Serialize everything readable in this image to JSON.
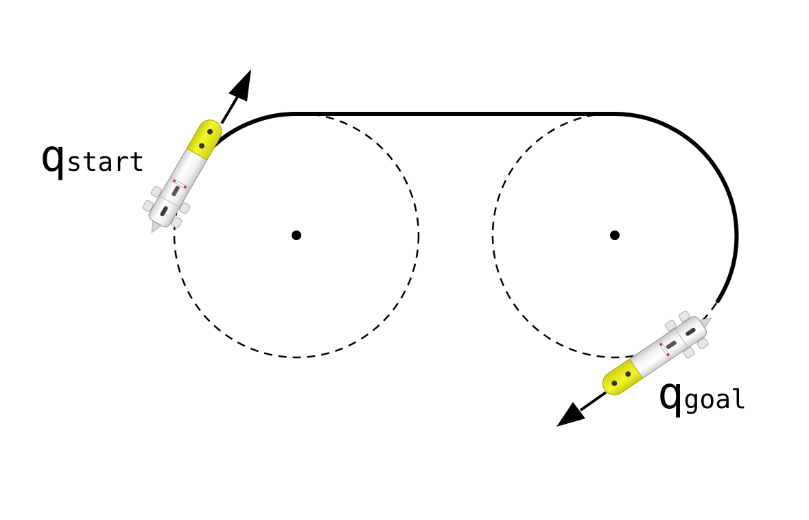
{
  "labels": {
    "start_main": "q",
    "start_sub": "start",
    "goal_main": "q",
    "goal_sub": "goal"
  },
  "colors": {
    "path": "#000000",
    "robot_body": "#f2f2f2",
    "robot_nose": "#e8ec1c",
    "background": "#ffffff"
  },
  "icons": {
    "robot": "auv-robot-icon",
    "heading": "heading-arrow-icon"
  }
}
